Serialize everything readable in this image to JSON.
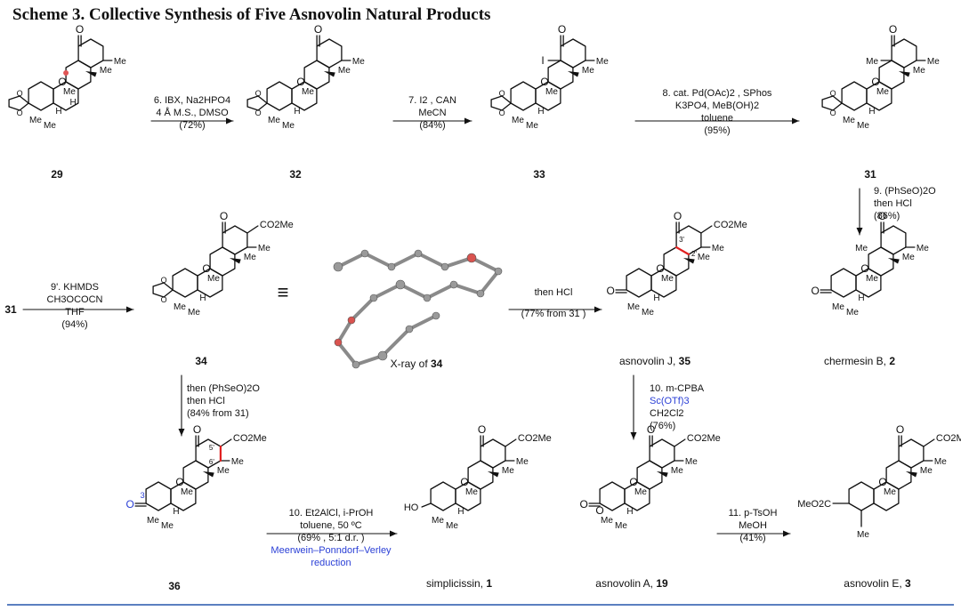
{
  "title": "Scheme 3. Collective Synthesis of Five Asnovolin Natural Products",
  "compounds": [
    {
      "id": "c29",
      "label": "29"
    },
    {
      "id": "c32",
      "label": "32"
    },
    {
      "id": "c33",
      "label": "33"
    },
    {
      "id": "c31a",
      "label": "31"
    },
    {
      "id": "c2",
      "label": "chermesin B, 2"
    },
    {
      "id": "c31b",
      "label": "31"
    },
    {
      "id": "c34",
      "label": "34"
    },
    {
      "id": "c35",
      "label": "asnovolin J, 35"
    },
    {
      "id": "c36",
      "label": "36"
    },
    {
      "id": "c1",
      "label": "simplicissin, 1"
    },
    {
      "id": "c19",
      "label": "asnovolin A, 19"
    },
    {
      "id": "c3",
      "label": "asnovolin E, 3"
    }
  ],
  "xray_label": "X-ray of 34",
  "equiv_symbol": "≡",
  "steps": [
    {
      "id": "s6",
      "lines": [
        "6. IBX, Na2HPO4",
        "4 Å M.S., DMSO",
        "(72%)"
      ]
    },
    {
      "id": "s7",
      "lines": [
        "7. I2 , CAN",
        "MeCN",
        "(84%)"
      ]
    },
    {
      "id": "s8",
      "lines": [
        "8. cat. Pd(OAc)2 , SPhos",
        "K3PO4, MeB(OH)2",
        "toluene",
        "(95%)"
      ]
    },
    {
      "id": "s9",
      "lines": [
        "9. (PhSeO)2O",
        "then HCl",
        "(86%)"
      ]
    },
    {
      "id": "s9p",
      "lines": [
        "9'. KHMDS",
        "CH3OCOCN",
        "THF",
        "(94%)"
      ]
    },
    {
      "id": "s_hcl",
      "lines": [
        "then HCl",
        "(77% from 31 )"
      ]
    },
    {
      "id": "s_sel",
      "lines": [
        "then (PhSeO)2O",
        "then HCl",
        "(84% from 31)"
      ]
    },
    {
      "id": "s10a",
      "lines": [
        "10. m-CPBA",
        "Sc(OTf)3",
        "CH2Cl2",
        "(76%)"
      ]
    },
    {
      "id": "s10b",
      "lines": [
        "10. Et2AlCl, i-PrOH",
        "toluene, 50 ºC",
        "(69% , 5:1 d.r. )",
        "Meerwein–Ponndorf–Verley",
        "reduction"
      ]
    },
    {
      "id": "s11",
      "lines": [
        "11. p-TsOH",
        "MeOH",
        "(41%)"
      ]
    }
  ],
  "atoms": {
    "ketone_o": "O",
    "acetal_o": "O",
    "ring_o": "O",
    "me": "Me",
    "h": "H",
    "iodo": "I",
    "ester": "CO2Me",
    "ester2": "MeO2C",
    "ho": "HO",
    "c3_num": "3",
    "c2p": "2'",
    "c3p": "3'",
    "c5p": "5'",
    "c6p": "6'"
  },
  "colors": {
    "rule": "#5b7fc0",
    "highlight_bond": "#e02020",
    "highlight_text": "#2a3fd6",
    "ink": "#111111"
  }
}
